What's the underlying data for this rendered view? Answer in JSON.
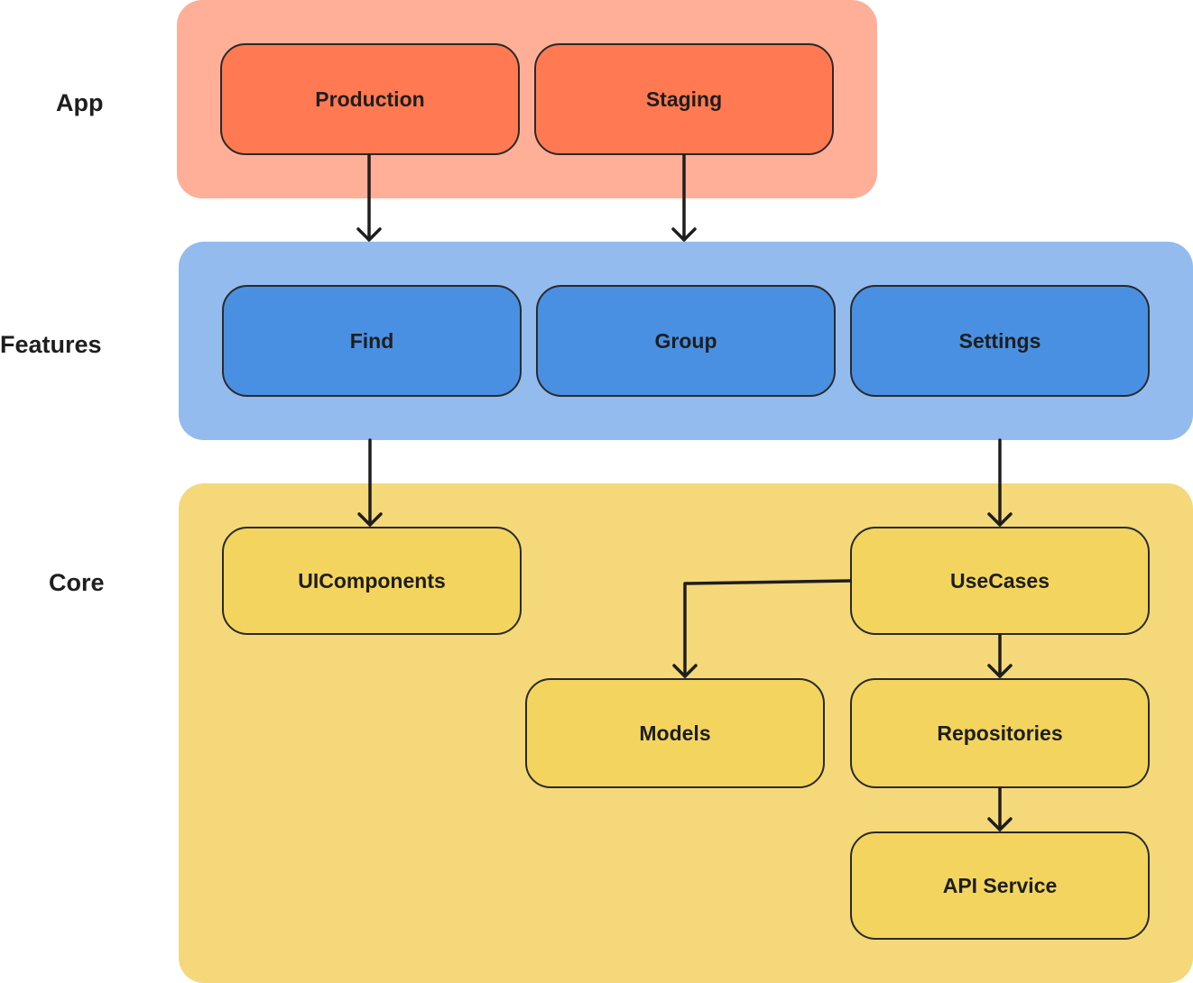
{
  "layers": {
    "app": {
      "label": "App"
    },
    "features": {
      "label": "Features"
    },
    "core": {
      "label": "Core"
    }
  },
  "nodes": {
    "production": "Production",
    "staging": "Staging",
    "find": "Find",
    "group": "Group",
    "settings": "Settings",
    "uicomponents": "UIComponents",
    "usecases": "UseCases",
    "models": "Models",
    "repositories": "Repositories",
    "apiservice": "API Service"
  },
  "edges": [
    {
      "from": "Production",
      "to": "Features"
    },
    {
      "from": "Staging",
      "to": "Features"
    },
    {
      "from": "Features",
      "to": "UIComponents"
    },
    {
      "from": "Features",
      "to": "UseCases"
    },
    {
      "from": "UseCases",
      "to": "Models"
    },
    {
      "from": "UseCases",
      "to": "Repositories"
    },
    {
      "from": "Repositories",
      "to": "API Service"
    }
  ],
  "colors": {
    "app_layer": "#ffaf97",
    "app_node": "#ff7a52",
    "features_layer": "#93bbee",
    "features_node": "#4a90e2",
    "core_layer": "#f5d87a",
    "core_node": "#f2d45e",
    "stroke": "#1e1e1e"
  }
}
